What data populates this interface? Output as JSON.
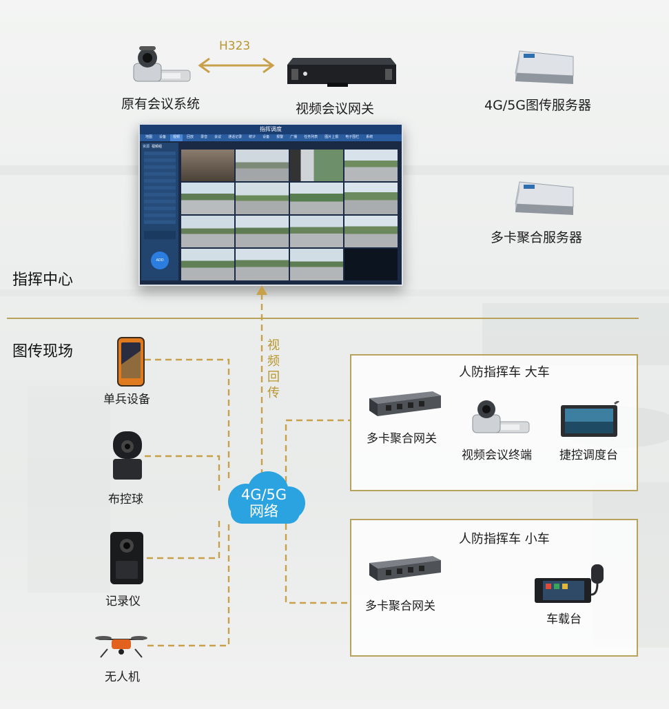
{
  "top": {
    "protocol": "H323",
    "legacy_system": "原有会议系统",
    "video_gateway": "视频会议网关",
    "server_4g5g": "4G/5G图传服务器",
    "multicard_server": "多卡聚合服务器"
  },
  "monitor": {
    "app_title": "指挥调度",
    "menu": [
      "地图",
      "设备",
      "视频",
      "回放",
      "录音",
      "会议",
      "通话记录",
      "统计",
      "设备",
      "报警",
      "广播",
      "任务列表",
      "图片上报",
      "电子围栏",
      "系统"
    ],
    "sidebar_tabs": [
      "资源",
      "视频组"
    ],
    "bottom_button": "ADD"
  },
  "sections": {
    "command_center": "指挥中心",
    "field": "图传现场"
  },
  "link_label": "视频回传",
  "network": {
    "line1": "4G/5G",
    "line2": "网络"
  },
  "devices": {
    "soldier": "单兵设备",
    "ptz": "布控球",
    "recorder": "记录仪",
    "drone": "无人机"
  },
  "big_vehicle": {
    "title": "人防指挥车  大车",
    "gateway": "多卡聚合网关",
    "terminal": "视频会议终端",
    "console": "捷控调度台"
  },
  "small_vehicle": {
    "title": "人防指挥车 小车",
    "gateway": "多卡聚合网关",
    "radio": "车载台"
  },
  "colors": {
    "accent": "#b8a15a",
    "dash": "#c9a04a",
    "cloud": "#2aa3e0"
  }
}
